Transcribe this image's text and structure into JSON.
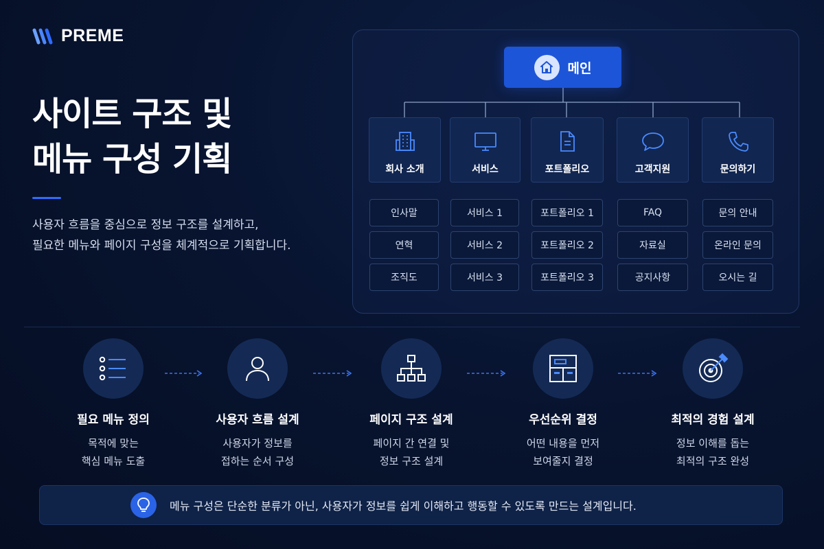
{
  "brand": {
    "name": "PREME"
  },
  "hero": {
    "title_line1": "사이트 구조 및",
    "title_line2": "메뉴 구성 기획",
    "desc_line1": "사용자 흐름을 중심으로 정보 구조를 설계하고,",
    "desc_line2": "필요한 메뉴와 페이지 구성을 체계적으로 기획합니다."
  },
  "sitemap": {
    "main": {
      "label": "메인",
      "icon": "home-icon"
    },
    "categories": [
      {
        "label": "회사 소개",
        "icon": "building-icon",
        "subs": [
          "인사말",
          "연혁",
          "조직도"
        ]
      },
      {
        "label": "서비스",
        "icon": "monitor-icon",
        "subs": [
          "서비스 1",
          "서비스 2",
          "서비스 3"
        ]
      },
      {
        "label": "포트폴리오",
        "icon": "document-icon",
        "subs": [
          "포트폴리오 1",
          "포트폴리오 2",
          "포트폴리오 3"
        ]
      },
      {
        "label": "고객지원",
        "icon": "chat-bubble-icon",
        "subs": [
          "FAQ",
          "자료실",
          "공지사항"
        ]
      },
      {
        "label": "문의하기",
        "icon": "phone-icon",
        "subs": [
          "문의 안내",
          "온라인 문의",
          "오시는 길"
        ]
      }
    ]
  },
  "steps": [
    {
      "title": "필요 메뉴 정의",
      "desc_line1": "목적에 맞는",
      "desc_line2": "핵심 메뉴 도출",
      "icon": "list-icon"
    },
    {
      "title": "사용자 흐름 설계",
      "desc_line1": "사용자가 정보를",
      "desc_line2": "접하는 순서 구성",
      "icon": "user-icon"
    },
    {
      "title": "페이지 구조 설계",
      "desc_line1": "페이지 간 연결 및",
      "desc_line2": "정보 구조 설계",
      "icon": "sitemap-icon"
    },
    {
      "title": "우선순위 결정",
      "desc_line1": "어떤 내용을 먼저",
      "desc_line2": "보여줄지 결정",
      "icon": "layout-icon"
    },
    {
      "title": "최적의 경험 설계",
      "desc_line1": "정보 이해를 돕는",
      "desc_line2": "최적의 구조 완성",
      "icon": "target-icon"
    }
  ],
  "note": {
    "icon": "lightbulb-icon",
    "text": "메뉴 구성은 단순한 분류가 아닌, 사용자가 정보를 쉽게 이해하고 행동할 수 있도록 만드는 설계입니다."
  },
  "colors": {
    "accent": "#2f6bff",
    "main_node": "#1d55d8",
    "background": "#081430"
  }
}
